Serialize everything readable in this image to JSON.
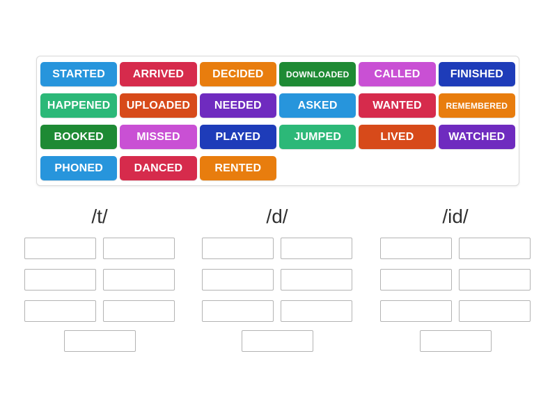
{
  "tray": {
    "tiles": [
      {
        "label": "STARTED",
        "color": "#2795DC"
      },
      {
        "label": "ARRIVED",
        "color": "#D62B4C"
      },
      {
        "label": "DECIDED",
        "color": "#E87D0E"
      },
      {
        "label": "DOWNLOADED",
        "color": "#1E8A34"
      },
      {
        "label": "CALLED",
        "color": "#C950D4"
      },
      {
        "label": "FINISHED",
        "color": "#1E3CB9"
      },
      {
        "label": "HAPPENED",
        "color": "#2CB878"
      },
      {
        "label": "UPLOADED",
        "color": "#D74A1A"
      },
      {
        "label": "NEEDED",
        "color": "#6F2BBF"
      },
      {
        "label": "ASKED",
        "color": "#2795DC"
      },
      {
        "label": "WANTED",
        "color": "#D62B4C"
      },
      {
        "label": "REMEMBERED",
        "color": "#E87D0E"
      },
      {
        "label": "BOOKED",
        "color": "#1E8A34"
      },
      {
        "label": "MISSED",
        "color": "#C950D4"
      },
      {
        "label": "PLAYED",
        "color": "#1E3CB9"
      },
      {
        "label": "JUMPED",
        "color": "#2CB878"
      },
      {
        "label": "LIVED",
        "color": "#D74A1A"
      },
      {
        "label": "WATCHED",
        "color": "#6F2BBF"
      },
      {
        "label": "PHONED",
        "color": "#2795DC"
      },
      {
        "label": "DANCED",
        "color": "#D62B4C"
      },
      {
        "label": "RENTED",
        "color": "#E87D0E"
      }
    ]
  },
  "groups": [
    {
      "label": "/t/",
      "slot_count": 7
    },
    {
      "label": "/d/",
      "slot_count": 7
    },
    {
      "label": "/id/",
      "slot_count": 7
    }
  ]
}
